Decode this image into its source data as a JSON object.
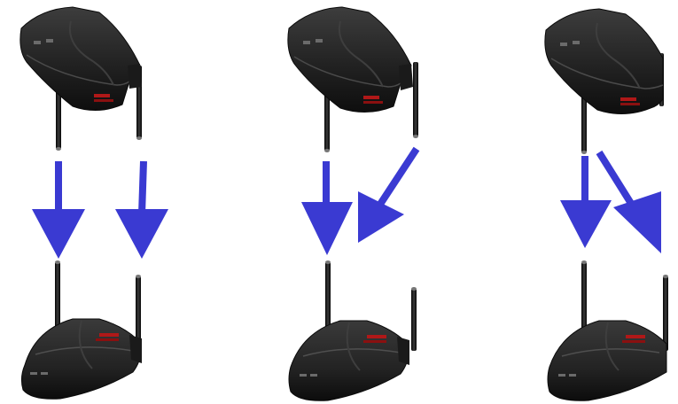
{
  "colors": {
    "arrow": "#3a3ad2",
    "router_body": "#1f1f1f",
    "router_face": "#2c2c2c",
    "router_highlight": "#555555",
    "router_edge": "#0d0d0d",
    "antenna": "#151515",
    "brand_mark": "#b01818"
  },
  "scenes": [
    {
      "name": "parallel-antennas",
      "icon_names": [
        "router-top-icon",
        "router-bottom-icon",
        "arrow-down-icon",
        "arrow-down-icon"
      ]
    },
    {
      "name": "one-antenna-angled-inward",
      "icon_names": [
        "router-top-icon",
        "router-bottom-icon",
        "arrow-down-icon",
        "arrow-diagonal-down-left-icon"
      ]
    },
    {
      "name": "one-antenna-angled-outward",
      "icon_names": [
        "router-top-icon",
        "router-bottom-icon",
        "arrow-down-icon",
        "arrow-diagonal-down-right-icon"
      ]
    }
  ]
}
